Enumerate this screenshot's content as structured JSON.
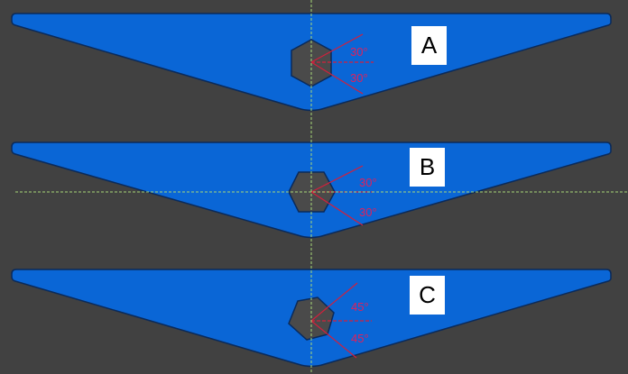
{
  "colors": {
    "background": "#414141",
    "shape_fill": "#0a66d6",
    "shape_stroke": "#0a2a5a",
    "hexagon_fill": "#4a4a4a",
    "angle_line": "#d2203c",
    "guide_line": "#a8d878"
  },
  "panels": [
    {
      "label": "A",
      "angle_top": "30°",
      "angle_bottom": "30°",
      "hex_orientation": "pointy-top"
    },
    {
      "label": "B",
      "angle_top": "30°",
      "angle_bottom": "30°",
      "hex_orientation": "flat-top"
    },
    {
      "label": "C",
      "angle_top": "45°",
      "angle_bottom": "45°",
      "hex_orientation": "rotated"
    }
  ]
}
